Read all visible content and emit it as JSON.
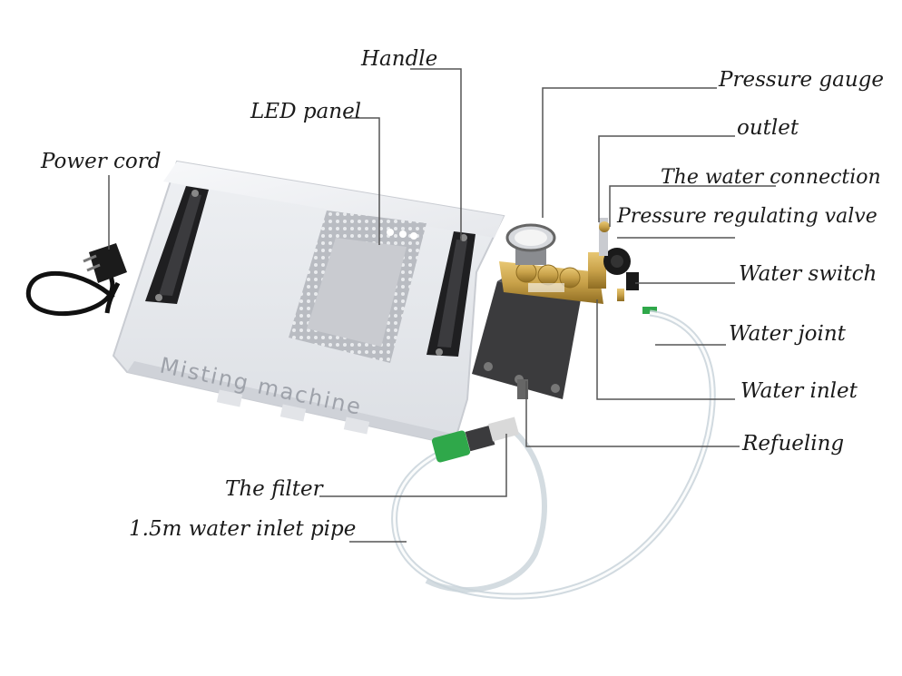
{
  "product": {
    "body_text": "Misting machine",
    "body_color": "#f1f2f4",
    "pump_color": "#3b3b3d",
    "brass_color": "#c9a24a",
    "fitting_color": "#2fa84a"
  },
  "labels": {
    "handle": "Handle",
    "led_panel": "LED panel",
    "power_cord": "Power cord",
    "pressure_gauge": "Pressure gauge",
    "outlet": "outlet",
    "water_connection": "The water connection",
    "pressure_regulating_valve": "Pressure regulating valve",
    "water_switch": "Water switch",
    "water_joint": "Water joint",
    "water_inlet": "Water inlet",
    "refueling": "Refueling",
    "filter": "The filter",
    "inlet_pipe": "1.5m water inlet pipe"
  }
}
